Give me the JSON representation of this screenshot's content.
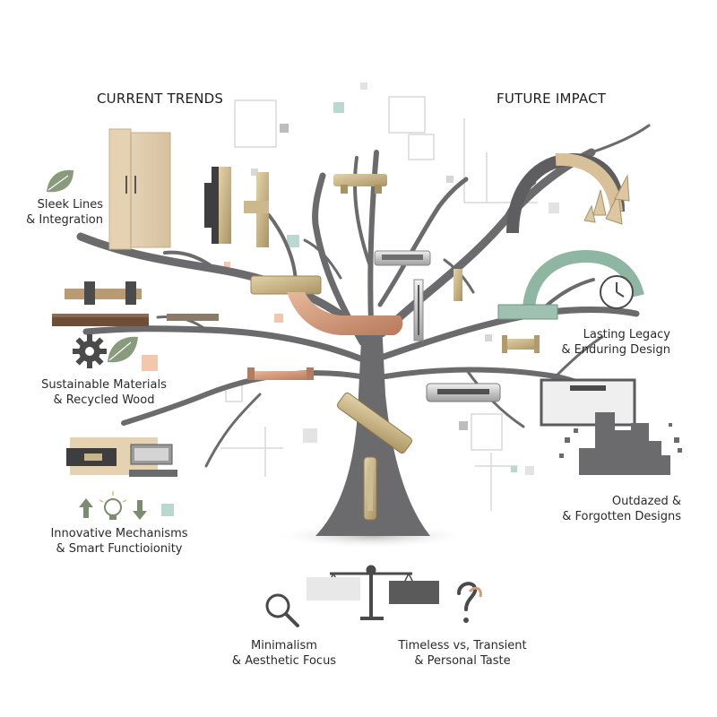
{
  "headings": {
    "left": "CURRENT TRENDS",
    "right": "FUTURE IMPACT"
  },
  "labels": {
    "sleek_1": "Sleek Lines",
    "sleek_2": "& Integration",
    "sustainable_1": "Sustainable Materials",
    "sustainable_2": "& Recycled Wood",
    "innovative_1": "Innovative Mechanisms",
    "innovative_2": "& Smart Functioionity",
    "legacy_1": "Lasting Legacy",
    "legacy_2": "& Enduring Design",
    "outdated_1": "Outdazed &",
    "outdated_2": "& Forgotten Designs",
    "minimalism_1": "Minimalism",
    "minimalism_2": "& Aesthetic Focus",
    "timeless_1": "Timeless vs, Transient",
    "timeless_2": "& Personal Taste"
  },
  "colors": {
    "trunk": "#6b6b6d",
    "wood_light": "#e4d2b2",
    "brass": "#c8b588",
    "copper": "#cf9a7d",
    "dark_metal": "#3e3e40",
    "silver": "#c9c9c9",
    "sage": "#8fb5a3",
    "leaf": "#8a9a7d",
    "square_accent": "#b9d8cf",
    "square_peach": "#f1c8ad"
  },
  "icons": [
    "leaf-icon",
    "gear-icon",
    "lightbulb-icon",
    "up-arrow-icon",
    "down-arrow-icon",
    "magnifier-icon",
    "balance-scale-icon",
    "question-mark-icon"
  ]
}
